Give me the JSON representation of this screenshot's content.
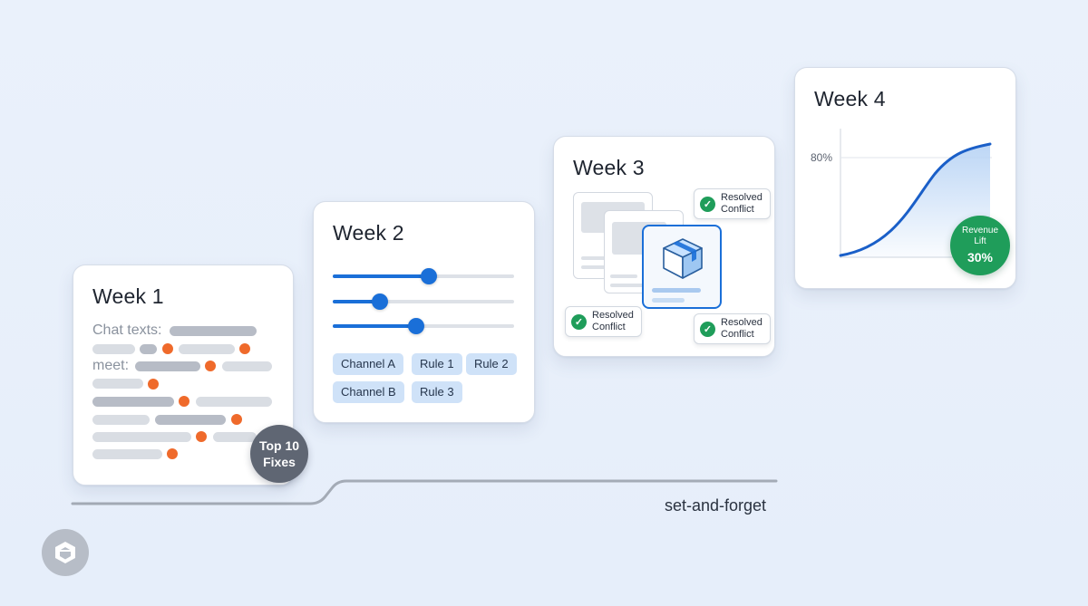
{
  "weeks": [
    {
      "title": "Week 1"
    },
    {
      "title": "Week 2"
    },
    {
      "title": "Week 3"
    },
    {
      "title": "Week 4"
    }
  ],
  "week1": {
    "labels": [
      "Chat texts:",
      "meet:"
    ],
    "badge": {
      "line1": "Top 10",
      "line2": "Fixes"
    }
  },
  "week2": {
    "sliders": [
      0.53,
      0.26,
      0.46
    ],
    "chips": [
      "Channel A",
      "Rule 1",
      "Rule 2",
      "Channel B",
      "Rule 3"
    ]
  },
  "week3": {
    "resolved": [
      {
        "line1": "Resolved",
        "line2": "Conflict"
      },
      {
        "line1": "Resolved",
        "line2": "Conflict"
      },
      {
        "line1": "Resolved",
        "line2": "Conflict"
      }
    ]
  },
  "week4": {
    "tick_label": "80%",
    "badge": {
      "line1": "Revenue",
      "line2": "Lift",
      "value": "30%"
    }
  },
  "footer": {
    "tagline": "set-and-forget"
  },
  "colors": {
    "accent_blue": "#1a6fd8",
    "success_green": "#1f9d5a",
    "highlight_orange": "#ef6a2b",
    "neutral_gray": "#5f6673"
  },
  "icons": [
    "package-icon",
    "checkmark-icon",
    "logo-icon"
  ]
}
